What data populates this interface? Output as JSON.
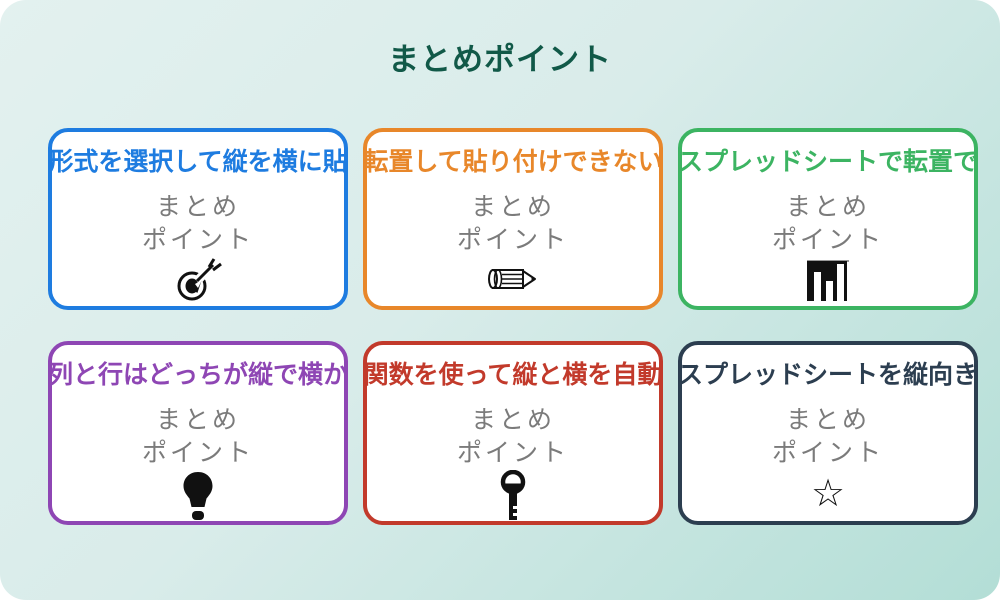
{
  "page": {
    "title": "まとめポイント",
    "title_color": "#115948",
    "background_from": "#e3f1ef",
    "background_to": "#b3ded6",
    "subtitle_color": "#7b7b7b"
  },
  "cards": [
    {
      "title": "形式を選択して縦を横に貼",
      "color": "#1e7ce0",
      "line1": "まとめ",
      "line2": "ポイント",
      "icon": "target-arrow-icon"
    },
    {
      "title": "転置して貼り付けできない",
      "color": "#e8872a",
      "line1": "まとめ",
      "line2": "ポイント",
      "icon": "pencil-icon"
    },
    {
      "title": "スプレッドシートで転置で",
      "color": "#3cb462",
      "line1": "まとめ",
      "line2": "ポイント",
      "icon": "bar-chart-icon"
    },
    {
      "title": "列と行はどっちが縦で横か",
      "color": "#8e46b4",
      "line1": "まとめ",
      "line2": "ポイント",
      "icon": "lightbulb-icon"
    },
    {
      "title": "関数を使って縦と横を自動",
      "color": "#c23a2b",
      "line1": "まとめ",
      "line2": "ポイント",
      "icon": "key-icon"
    },
    {
      "title": "スプレッドシートを縦向き",
      "color": "#2c3e50",
      "line1": "まとめ",
      "line2": "ポイント",
      "icon": "star-icon",
      "glyph": "☆"
    }
  ]
}
